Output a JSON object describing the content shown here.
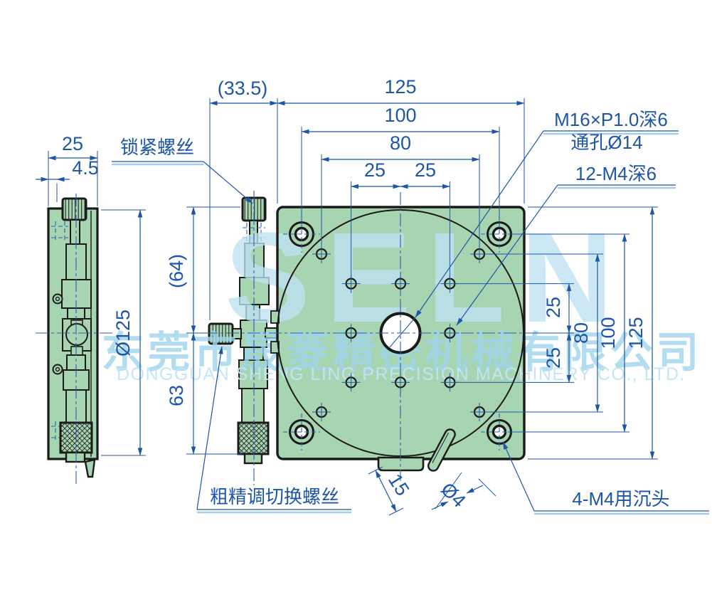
{
  "watermark": {
    "brand": "SELN",
    "company_cn": "东莞市晟菱精密机械有限公司",
    "company_en": "DONGGUAN SHENG LING PRECISION MACHINERY CO., LTD."
  },
  "callouts": {
    "lock_screw": "锁紧螺丝",
    "center_thread": "M16×P1.0深6",
    "through_hole": "通孔Ø14",
    "grid_holes": "12-M4深6",
    "counterbore_holes": "4-M4用沉头",
    "coarse_fine_switch": "粗精调切换螺丝"
  },
  "dimensions": {
    "top": {
      "offset": "(33.5)",
      "overall_width": "125",
      "mount_pitch": "100",
      "diag_pitch": "80",
      "grid_pitch_left": "25",
      "grid_pitch_right": "25"
    },
    "right": {
      "grid_pitch_upper": "25",
      "grid_pitch_lower": "25",
      "diag_pitch": "80",
      "mount_pitch": "100",
      "overall_height": "125"
    },
    "left": {
      "upper_height": "(64)",
      "lower_height": "63"
    },
    "side_view": {
      "width": "25",
      "edge_offset": "4.5",
      "table_diameter": "Ø125"
    },
    "handle": {
      "length": "15",
      "diameter": "Ø4"
    }
  },
  "colors": {
    "dimension_blue": "#1d56a8",
    "stage_green": "#a8d5b1",
    "outline_black": "#1a1a1a",
    "watermark_cyan": "#a5d8ef"
  }
}
